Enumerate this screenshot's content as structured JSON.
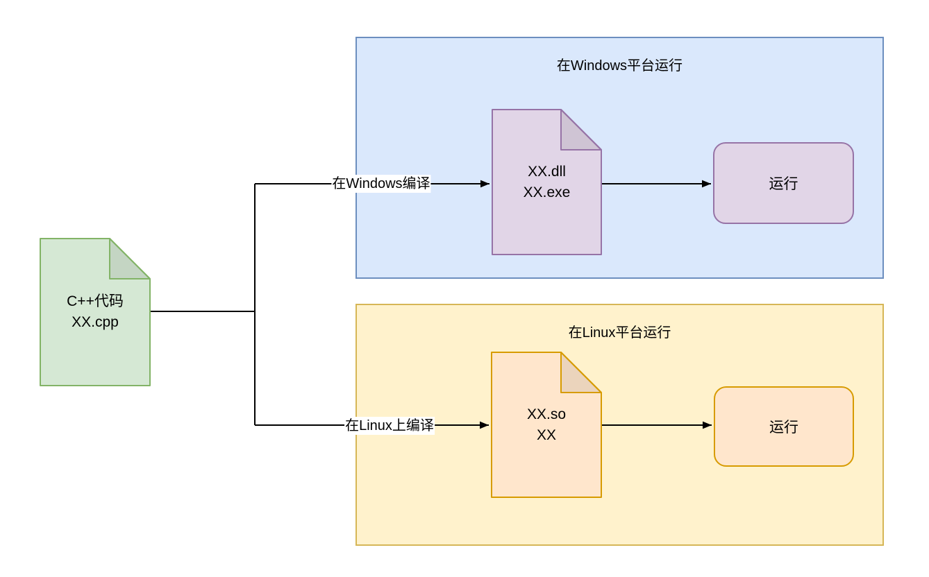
{
  "diagram": {
    "source_document": {
      "line1": "C++代码",
      "line2": "XX.cpp"
    },
    "branches": {
      "windows": {
        "container_title": "在Windows平台运行",
        "edge_label": "在Windows编译",
        "artifact_document": {
          "line1": "XX.dll",
          "line2": "XX.exe"
        },
        "run_node_label": "运行"
      },
      "linux": {
        "container_title": "在Linux平台运行",
        "edge_label": "在Linux上编译",
        "artifact_document": {
          "line1": "XX.so",
          "line2": "XX"
        },
        "run_node_label": "运行"
      }
    },
    "colors": {
      "background": "#ffffff",
      "connector": "#000000",
      "source_document_fill": "#d5e8d4",
      "source_document_stroke": "#82b366",
      "windows_container_fill": "#dae8fc",
      "windows_container_stroke": "#6c8ebf",
      "windows_node_fill": "#e1d5e7",
      "windows_node_stroke": "#9673a6",
      "linux_container_fill": "#fff2cc",
      "linux_container_stroke": "#d6b656",
      "linux_node_fill": "#ffe6cc",
      "linux_node_stroke": "#d79b00"
    }
  }
}
